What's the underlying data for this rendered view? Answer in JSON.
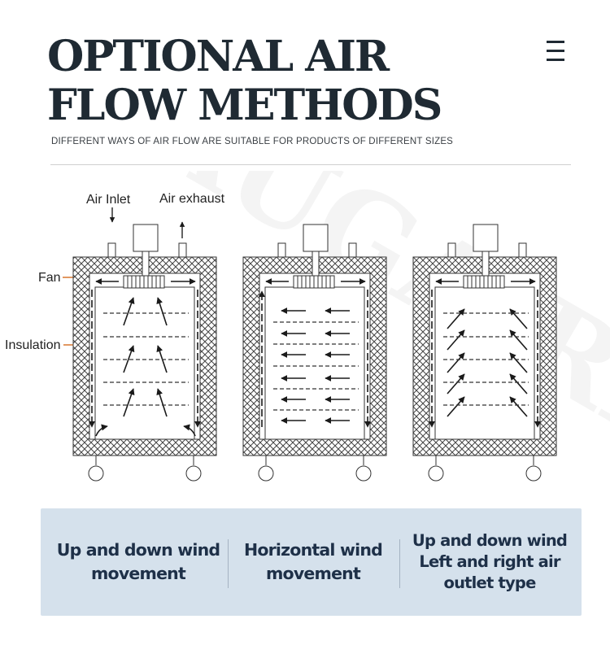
{
  "header": {
    "title_line1": "OPTIONAL AIR",
    "title_line2": "FLOW METHODS",
    "subtitle": "DIFFERENT WAYS OF AIR FLOW ARE SUITABLE FOR PRODUCTS OF DIFFERENT SIZES"
  },
  "diagram": {
    "labels": {
      "air_inlet": "Air Inlet",
      "air_exhaust": "Air exhaust",
      "fan": "Fan",
      "insulation": "Insulation"
    },
    "watermark": "AUGAIRE",
    "colors": {
      "pointer": "#d9772e",
      "line": "#333333"
    }
  },
  "methods": [
    {
      "label": "Up and down wind movement"
    },
    {
      "label": "Horizontal wind movement"
    },
    {
      "label": "Up and down wind Left and right air outlet type"
    }
  ]
}
